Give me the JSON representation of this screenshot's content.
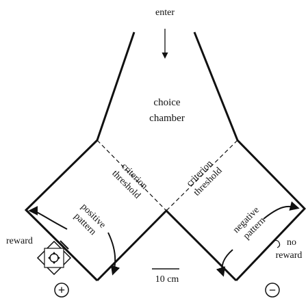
{
  "labels": {
    "enter": "enter",
    "choice_line1": "choice",
    "choice_line2": "chamber",
    "criterion_left_line1": "criterion",
    "criterion_left_line2": "threshold",
    "criterion_right_line1": "criterion",
    "criterion_right_line2": "threshold",
    "positive_line1": "positive",
    "positive_line2": "pattern",
    "negative_line1": "negative",
    "negative_line2": "pattern",
    "reward": "reward",
    "no_reward_line1": "no",
    "no_reward_line2": "reward",
    "scale": "10 cm",
    "plus_symbol": "+",
    "minus_symbol": "−"
  }
}
